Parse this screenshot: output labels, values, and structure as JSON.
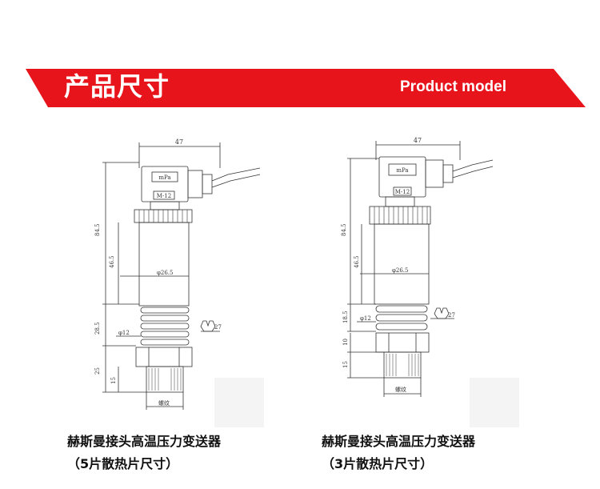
{
  "header": {
    "title": "产品尺寸",
    "subtitle": "Product  model",
    "band_color": "#e8141b"
  },
  "drawings": [
    {
      "width_label": "47",
      "total_height_label": "84.5",
      "body_height_label": "46.5",
      "body_dia_label": "φ26.5",
      "fin_height_label": "28.5",
      "fin_dia_label": "φ12",
      "fitting_height_label": "25",
      "thread_height_label": "15",
      "thread_label": "螺纹",
      "plug_label_top": "mPa",
      "plug_label_bottom": "M-12",
      "wrench_label": "27",
      "caption_line1": "赫斯曼接头高温压力变送器",
      "caption_line2": "（5片散热片尺寸）"
    },
    {
      "width_label": "47",
      "total_height_label": "84.5",
      "body_height_label": "46.5",
      "body_dia_label": "φ26.5",
      "fin_height_label": "18.5",
      "fin_dia_label": "φ12",
      "hex_height_label": "10",
      "thread_height_label": "15",
      "thread_label": "螺纹",
      "plug_label_top": "mPa",
      "plug_label_bottom": "M-12",
      "wrench_label": "27",
      "caption_line1": "赫斯曼接头高温压力变送器",
      "caption_line2": "（3片散热片尺寸）"
    }
  ]
}
